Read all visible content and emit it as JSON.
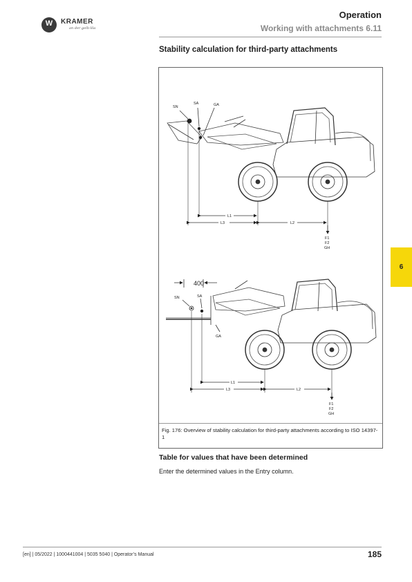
{
  "header": {
    "logo_initial": "W",
    "logo_name": "KRAMER",
    "logo_tagline": "an der gelb-lila",
    "section": "Operation",
    "subsection": "Working with attachments 6.11"
  },
  "heading": "Stability calculation for third-party attachments",
  "figure": {
    "top_diagram": {
      "labels": {
        "sn": "SN",
        "sa": "SA",
        "ga": "GA",
        "l1": "L1",
        "l2": "L2",
        "l3": "L3",
        "f1": "F1",
        "f2": "F2",
        "gh": "GH"
      }
    },
    "bottom_diagram": {
      "dimension": "400",
      "labels": {
        "sn": "SN",
        "sa": "SA",
        "ga": "GA",
        "l1": "L1",
        "l2": "L2",
        "l3": "L3",
        "f1": "F1",
        "f2": "F2",
        "gh": "GH"
      }
    },
    "caption": "Fig. 176: Overview of stability calculation for third-party attachments according to ISO 14397-1"
  },
  "section_heading": "Table for values that have been determined",
  "body_text": "Enter the determined values in the Entry column.",
  "side_tab": "6",
  "footer": {
    "left": "[en] | 05/2022 | 1000441004 | 5035 5040 | Operator’s Manual",
    "page": "185"
  }
}
